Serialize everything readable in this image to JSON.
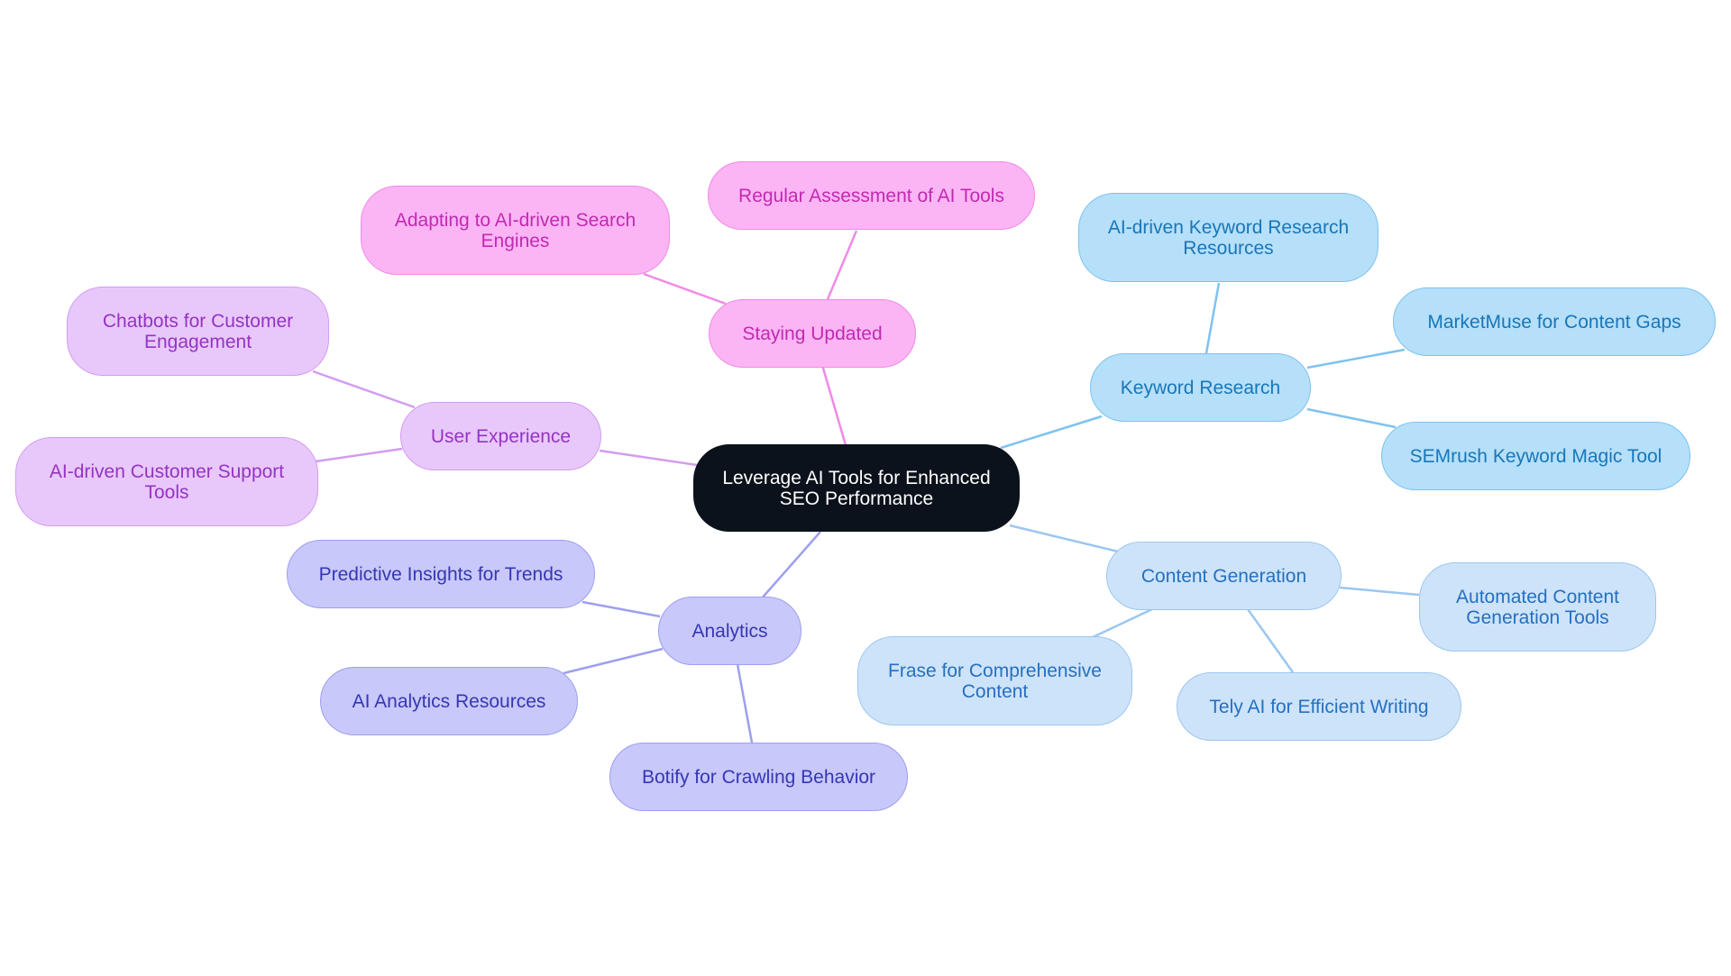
{
  "center": {
    "label": "Leverage AI Tools for Enhanced SEO Performance"
  },
  "keyword_research": {
    "label": "Keyword Research",
    "children": [
      "AI-driven Keyword Research Resources",
      "MarketMuse for Content Gaps",
      "SEMrush Keyword Magic Tool"
    ]
  },
  "content_generation": {
    "label": "Content Generation",
    "children": [
      "Automated Content Generation Tools",
      "Tely AI for Efficient Writing",
      "Frase for Comprehensive Content"
    ]
  },
  "analytics": {
    "label": "Analytics",
    "children": [
      "Predictive Insights for Trends",
      "AI Analytics Resources",
      "Botify for Crawling Behavior"
    ]
  },
  "user_experience": {
    "label": "User Experience",
    "children": [
      "Chatbots for Customer Engagement",
      "AI-driven Customer Support Tools"
    ]
  },
  "staying_updated": {
    "label": "Staying Updated",
    "children": [
      "Regular Assessment of AI Tools",
      "Adapting to AI-driven Search Engines"
    ]
  },
  "colors": {
    "center_fill": "#0b121b",
    "keyword_research": "#b6dffa",
    "content_generation": "#cde3fa",
    "analytics": "#c8c8fb",
    "user_experience": "#e8c8fb",
    "staying_updated": "#fcb5f4"
  }
}
